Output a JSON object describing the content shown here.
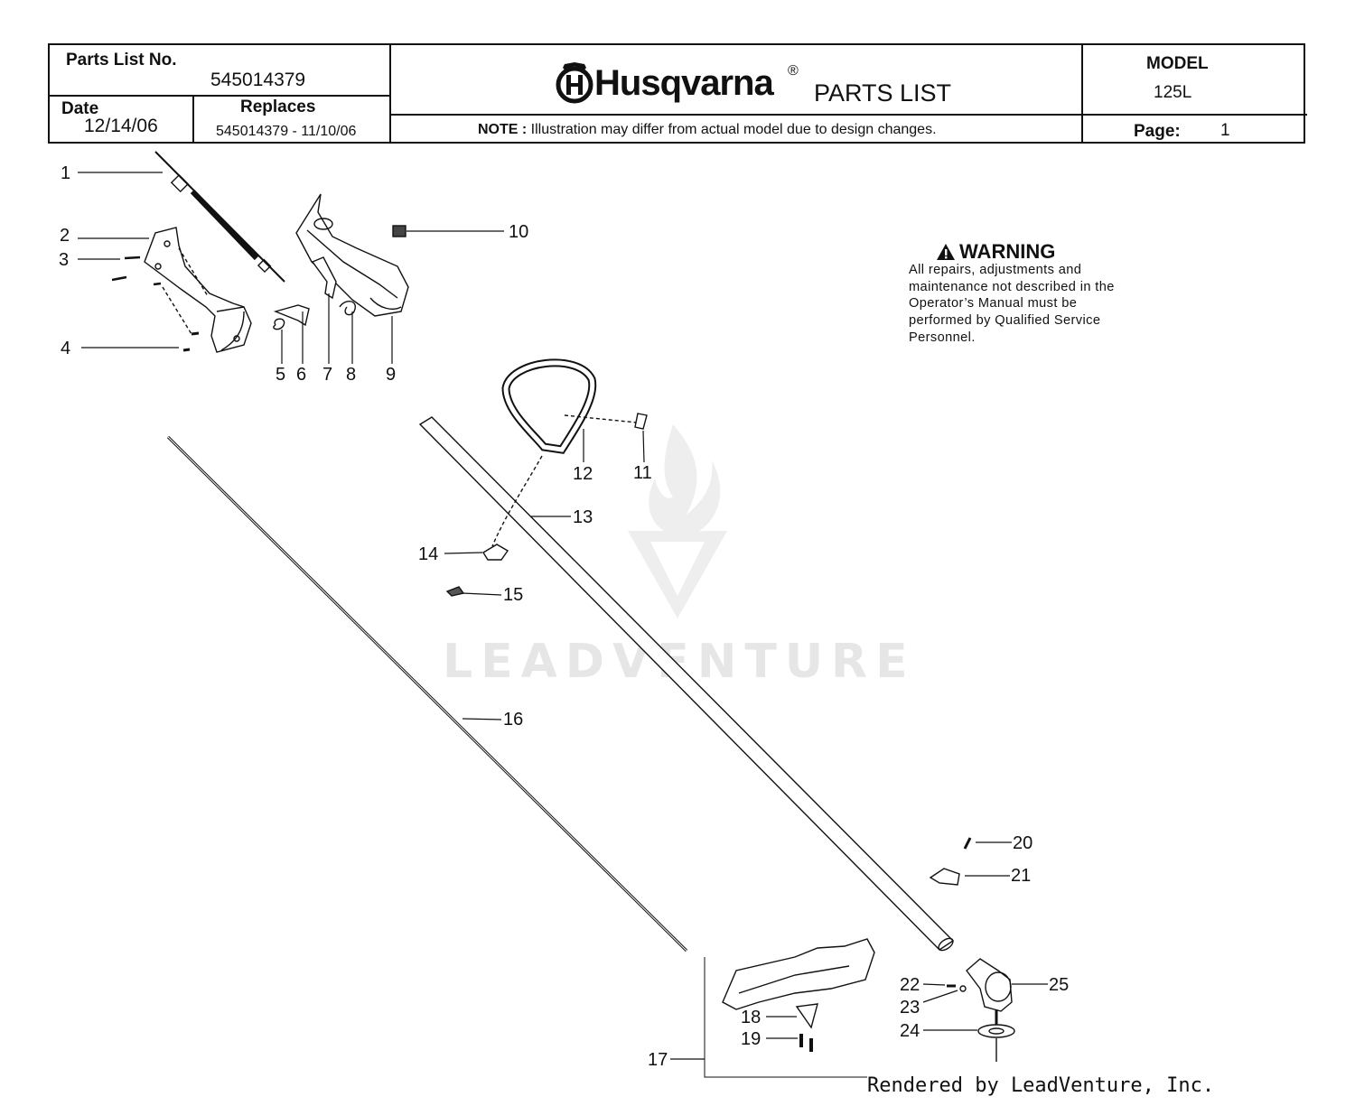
{
  "header": {
    "parts_list_no_label": "Parts List No.",
    "parts_list_no": "545014379",
    "date_label": "Date",
    "date": "12/14/06",
    "replaces_label": "Replaces",
    "replaces": "545014379 - 11/10/06",
    "brand": "Husqvarna",
    "registered_mark": "®",
    "title": "PARTS LIST",
    "note_label": "NOTE :",
    "note_text": "Illustration may differ from actual model due to design changes.",
    "model_label": "MODEL",
    "model": "125L",
    "page_label": "Page:",
    "page": "1"
  },
  "warning": {
    "title": "WARNING",
    "text": "All repairs, adjustments and maintenance not described in the Operator’s Manual must be performed by Qualified Service Personnel."
  },
  "callouts": [
    "1",
    "2",
    "3",
    "4",
    "5",
    "6",
    "7",
    "8",
    "9",
    "10",
    "11",
    "12",
    "13",
    "14",
    "15",
    "16",
    "17",
    "18",
    "19",
    "20",
    "21",
    "22",
    "23",
    "24",
    "25"
  ],
  "watermark": "LEADVENTURE",
  "footer": "Rendered by LeadVenture, Inc."
}
